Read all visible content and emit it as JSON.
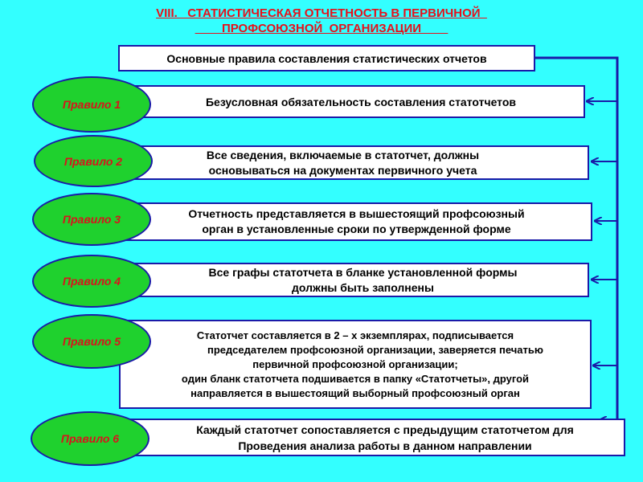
{
  "title": {
    "line1": "VIII.   СТАТИСТИЧЕСКАЯ ОТЧЕТНОСТЬ В ПЕРВИЧНОЙ  ",
    "line2": "        ПРОФСОЮЗНОЙ  ОРГАНИЗАЦИИ        "
  },
  "header_box": "Основные правила составления статистических отчетов",
  "rules": [
    {
      "label": "Правило 1",
      "lines": [
        "Безусловная обязательность составления статотчетов"
      ]
    },
    {
      "label": "Правило 2",
      "lines": [
        "Все сведения, включаемые в статотчет, должны",
        "основываться на документах первичного учета"
      ]
    },
    {
      "label": "Правило 3",
      "lines": [
        "Отчетность представляется в вышестоящий профсоюзный",
        "орган в установленные сроки по утвержденной форме"
      ]
    },
    {
      "label": "Правило 4",
      "lines": [
        "Все графы статотчета в бланке установленной формы",
        "должны быть заполнены"
      ]
    },
    {
      "label": "Правило 5",
      "lines": [
        "Статотчет составляется в 2 – х экземплярах, подписывается",
        "председателем профсоюзной организации, заверяется печатью",
        "первичной профсоюзной организации;",
        "один бланк статотчета подшивается в папку «Статотчеты», другой",
        "направляется в вышестоящий выборный профсоюзный орган"
      ]
    },
    {
      "label": "Правило 6",
      "lines": [
        "Каждый статотчет сопоставляется с предыдущим статотчетом для",
        "Проведения анализа работы в данном направлении"
      ]
    }
  ],
  "colors": {
    "background": "#33ffff",
    "title": "#e8101a",
    "box_border": "#1a1aa8",
    "oval_fill": "#1fd12e",
    "rule_label": "#d8141c",
    "connector": "#1a1aa8"
  }
}
